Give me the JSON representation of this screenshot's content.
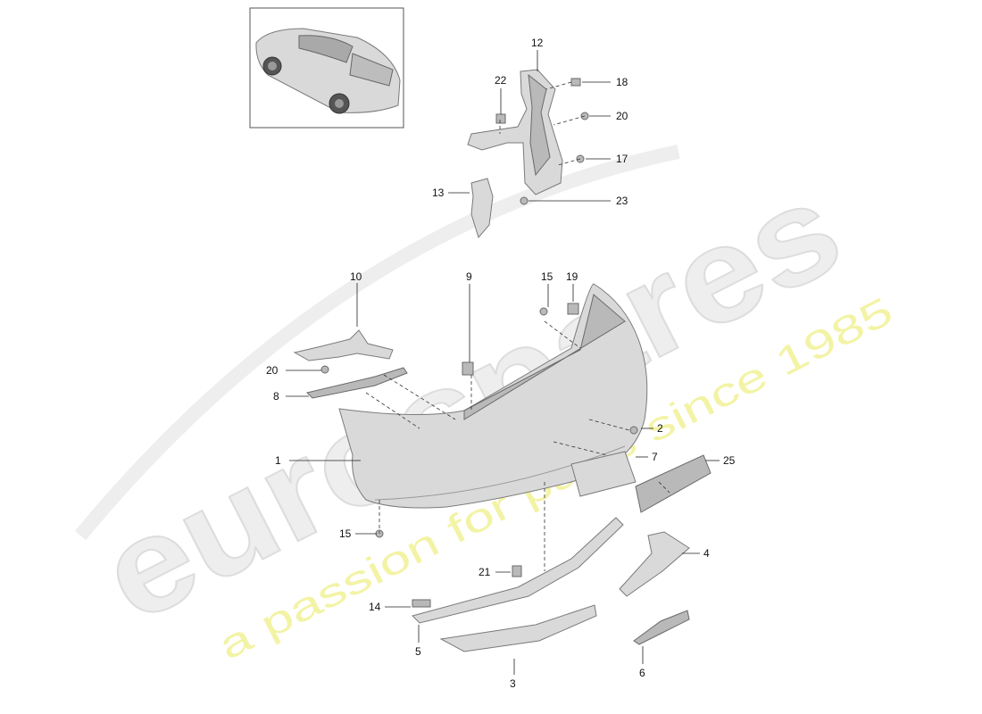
{
  "watermark": {
    "brand": "eurospares",
    "tagline": "a passion for parts since 1985"
  },
  "callouts": [
    {
      "id": "c1",
      "label": "1"
    },
    {
      "id": "c2",
      "label": "2"
    },
    {
      "id": "c3",
      "label": "3"
    },
    {
      "id": "c4",
      "label": "4"
    },
    {
      "id": "c5",
      "label": "5"
    },
    {
      "id": "c6",
      "label": "6"
    },
    {
      "id": "c7",
      "label": "7"
    },
    {
      "id": "c8",
      "label": "8"
    },
    {
      "id": "c9",
      "label": "9"
    },
    {
      "id": "c10",
      "label": "10"
    },
    {
      "id": "c12",
      "label": "12"
    },
    {
      "id": "c13",
      "label": "13"
    },
    {
      "id": "c14",
      "label": "14"
    },
    {
      "id": "c15a",
      "label": "15"
    },
    {
      "id": "c15b",
      "label": "15"
    },
    {
      "id": "c17",
      "label": "17"
    },
    {
      "id": "c18",
      "label": "18"
    },
    {
      "id": "c19",
      "label": "19"
    },
    {
      "id": "c20a",
      "label": "20"
    },
    {
      "id": "c20b",
      "label": "20"
    },
    {
      "id": "c21",
      "label": "21"
    },
    {
      "id": "c22",
      "label": "22"
    },
    {
      "id": "c23",
      "label": "23"
    },
    {
      "id": "c25",
      "label": "25"
    }
  ]
}
